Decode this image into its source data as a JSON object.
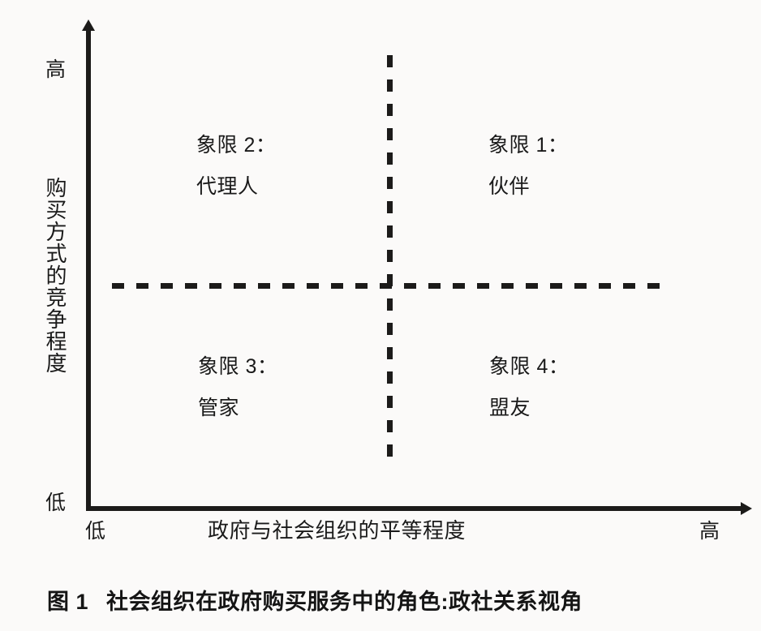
{
  "figure": {
    "caption_number": "图 1",
    "caption_text": "社会组织在政府购买服务中的角色:政社关系视角"
  },
  "axes": {
    "y": {
      "title": "购买方式的竞争程度",
      "high_label": "高",
      "low_label": "低"
    },
    "x": {
      "title": "政府与社会组织的平等程度",
      "low_label": "低",
      "high_label": "高"
    }
  },
  "chart_data": {
    "type": "scatter",
    "title": "图 1 社会组织在政府购买服务中的角色:政社关系视角",
    "subtitle": "",
    "xlabel": "政府与社会组织的平等程度",
    "ylabel": "购买方式的竞争程度",
    "xlim": [
      "低",
      "高"
    ],
    "ylim": [
      "低",
      "高"
    ],
    "grid": false,
    "legend": "none",
    "quadrants": [
      {
        "id": 1,
        "title": "象限 1：",
        "role": "伙伴",
        "x_level": "高",
        "y_level": "高",
        "position": "top-right"
      },
      {
        "id": 2,
        "title": "象限 2：",
        "role": "代理人",
        "x_level": "低",
        "y_level": "高",
        "position": "top-left"
      },
      {
        "id": 3,
        "title": "象限 3：",
        "role": "管家",
        "x_level": "低",
        "y_level": "低",
        "position": "bottom-left"
      },
      {
        "id": 4,
        "title": "象限 4：",
        "role": "盟友",
        "x_level": "高",
        "y_level": "低",
        "position": "bottom-right"
      }
    ],
    "annotations": [],
    "colors": {
      "ink": "#1c1b1a",
      "background": "#fbfaf9"
    }
  }
}
